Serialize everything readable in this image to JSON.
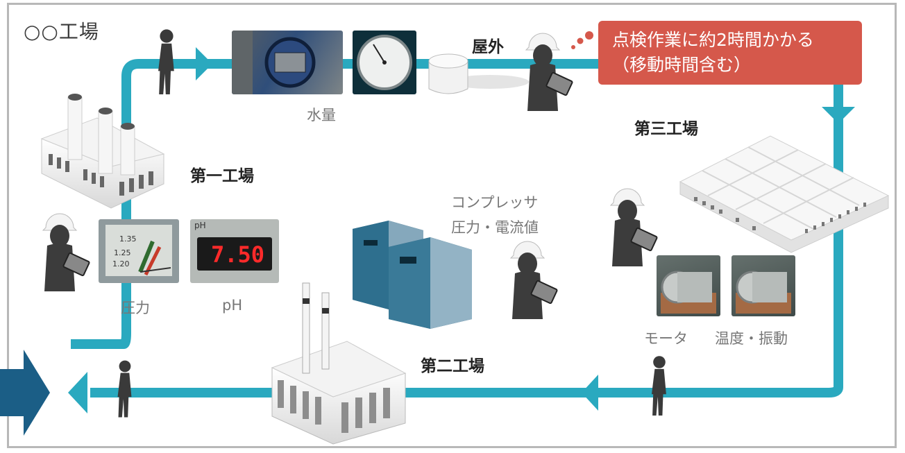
{
  "title": "○○工場",
  "callout": {
    "line1": "点検作業に約2時間かかる",
    "line2": "（移動時間含む）"
  },
  "locations": {
    "outdoor": "屋外",
    "factory1": "第一工場",
    "factory2": "第二工場",
    "factory3": "第三工場"
  },
  "measurements": {
    "water": "水量",
    "pressure": "圧力",
    "ph": "pH",
    "compressor_line1": "コンプレッサ",
    "compressor_line2": "圧力・電流値",
    "motor": "モータ",
    "temp_vibration": "温度・振動"
  },
  "photo_text": {
    "ph_display": "7.50",
    "ph_tag": "pH",
    "gauge_value_1": "1.35",
    "gauge_value_2": "1.25",
    "gauge_value_3": "1.20"
  },
  "colors": {
    "route": "#2aa9bf",
    "callout": "#d5584b",
    "exit_arrow": "#1b5e86",
    "border": "#b8b8b8"
  }
}
